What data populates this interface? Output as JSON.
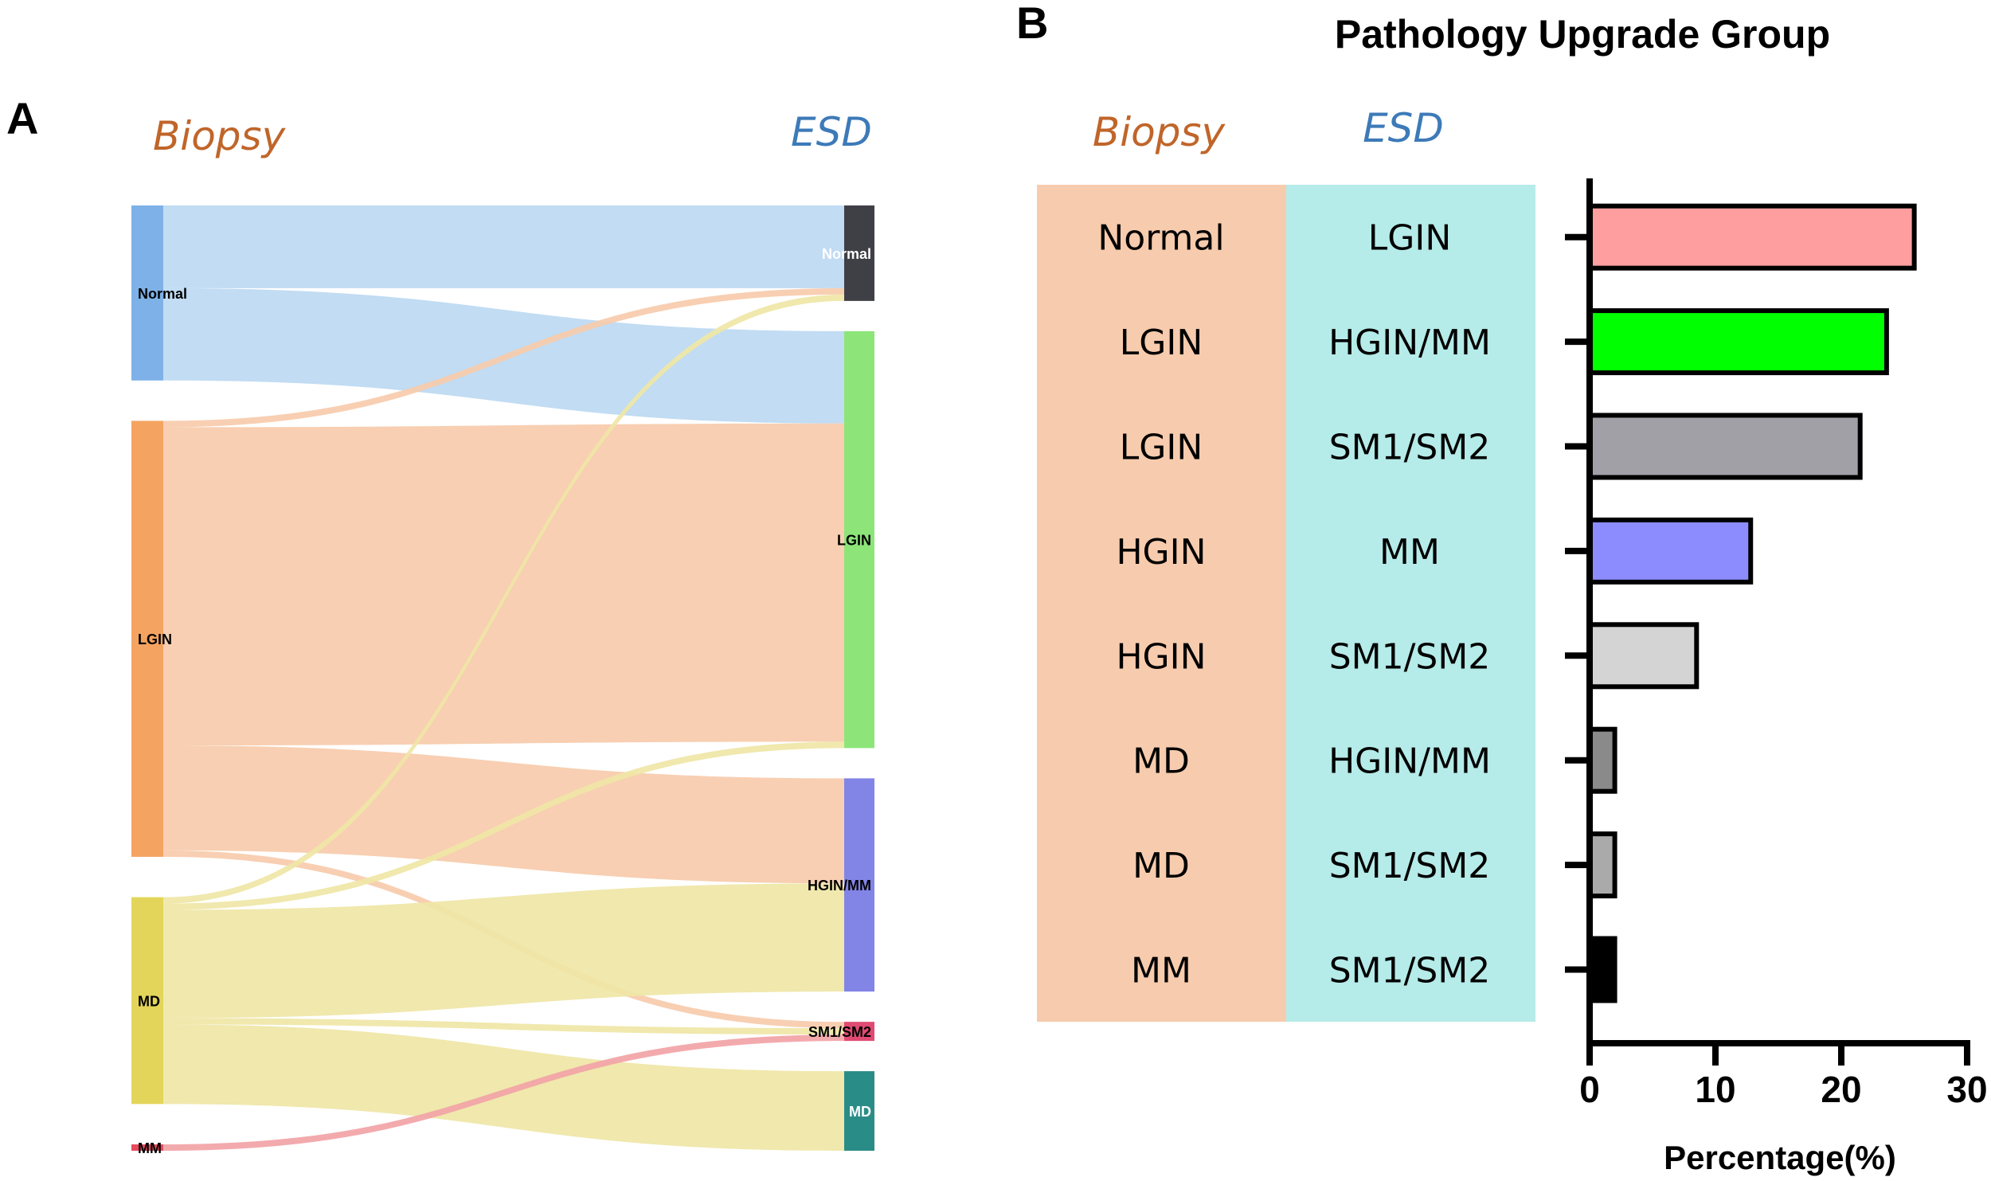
{
  "panel_a": {
    "letter": "A",
    "left_header": "Biopsy",
    "right_header": "ESD",
    "left_header_color": "#c0652a",
    "right_header_color": "#3d7ab8"
  },
  "panel_b": {
    "letter": "B",
    "title": "Pathology Upgrade Group",
    "col_left": "Biopsy",
    "col_right": "ESD",
    "col_left_color": "#c0652a",
    "col_right_color": "#3d7ab8",
    "col_left_bg": "#f7cbad",
    "col_right_bg": "#b5ebe8"
  },
  "chart_data": [
    {
      "type": "sankey",
      "left_header": "Biopsy",
      "right_header": "ESD",
      "source_nodes": [
        {
          "name": "Normal",
          "color": "#7eb1e7"
        },
        {
          "name": "LGIN",
          "color": "#f4a460"
        },
        {
          "name": "MD",
          "color": "#e3d55a"
        },
        {
          "name": "MM",
          "color": "#e84a5f"
        }
      ],
      "target_nodes": [
        {
          "name": "Normal",
          "color": "#3f3f46"
        },
        {
          "name": "LGIN",
          "color": "#8de57a"
        },
        {
          "name": "HGIN/MM",
          "color": "#8284e6"
        },
        {
          "name": "SM1/SM2",
          "color": "#e04a73"
        },
        {
          "name": "MD",
          "color": "#2a8c86"
        }
      ],
      "link_colors": {
        "Normal": "#bcd9f2",
        "LGIN": "#f7cbab",
        "MD": "#efe6a6",
        "MM": "#f2a3a6"
      },
      "flows": [
        {
          "source": "Normal",
          "target": "Normal",
          "value": 26
        },
        {
          "source": "Normal",
          "target": "LGIN",
          "value": 29
        },
        {
          "source": "LGIN",
          "target": "Normal",
          "value": 2
        },
        {
          "source": "LGIN",
          "target": "LGIN",
          "value": 100
        },
        {
          "source": "LGIN",
          "target": "HGIN/MM",
          "value": 33
        },
        {
          "source": "LGIN",
          "target": "SM1/SM2",
          "value": 2
        },
        {
          "source": "MD",
          "target": "Normal",
          "value": 2
        },
        {
          "source": "MD",
          "target": "LGIN",
          "value": 2
        },
        {
          "source": "MD",
          "target": "HGIN/MM",
          "value": 34
        },
        {
          "source": "MD",
          "target": "SM1/SM2",
          "value": 2
        },
        {
          "source": "MD",
          "target": "MD",
          "value": 25
        },
        {
          "source": "MM",
          "target": "SM1/SM2",
          "value": 2
        }
      ]
    },
    {
      "type": "bar",
      "orientation": "horizontal",
      "title": "Pathology Upgrade Group",
      "rows": [
        {
          "biopsy": "Normal",
          "esd": "LGIN",
          "value": 25.8,
          "color": "#ff9e9e"
        },
        {
          "biopsy": "LGIN",
          "esd": "HGIN/MM",
          "value": 23.6,
          "color": "#00ff00"
        },
        {
          "biopsy": "LGIN",
          "esd": "SM1/SM2",
          "value": 21.5,
          "color": "#a0a0a6"
        },
        {
          "biopsy": "HGIN",
          "esd": "MM",
          "value": 12.8,
          "color": "#8c8cff"
        },
        {
          "biopsy": "HGIN",
          "esd": "SM1/SM2",
          "value": 8.5,
          "color": "#d4d4d4"
        },
        {
          "biopsy": "MD",
          "esd": "HGIN/MM",
          "value": 2.0,
          "color": "#8a8a8a"
        },
        {
          "biopsy": "MD",
          "esd": "SM1/SM2",
          "value": 2.0,
          "color": "#aaaaaa"
        },
        {
          "biopsy": "MM",
          "esd": "SM1/SM2",
          "value": 2.0,
          "color": "#000000"
        }
      ],
      "xlabel": "Percentage(%)",
      "xlim": [
        0,
        30
      ],
      "xticks": [
        "0",
        "10",
        "20",
        "30"
      ]
    }
  ]
}
